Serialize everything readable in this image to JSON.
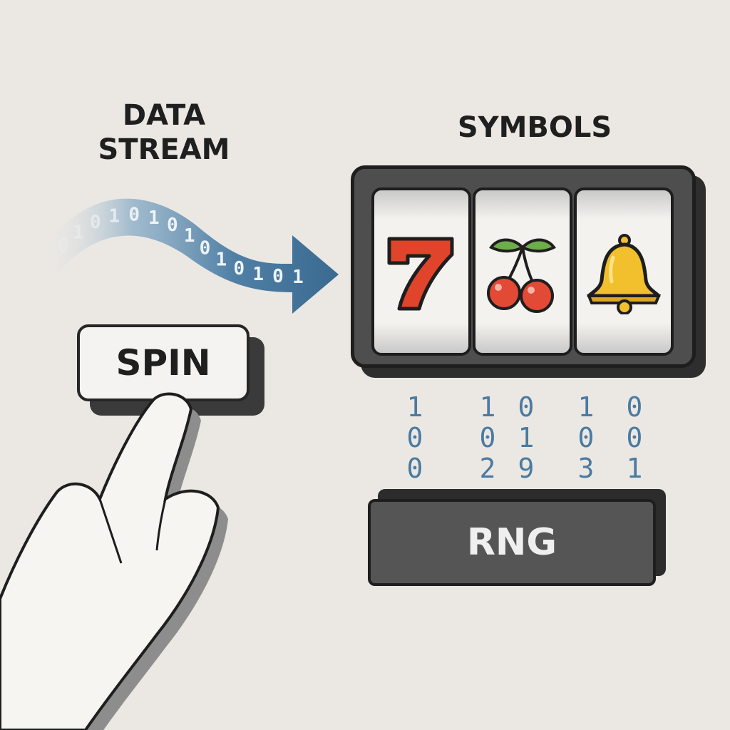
{
  "labels": {
    "data_stream_line1": "DATA",
    "data_stream_line2": "STREAM",
    "symbols": "SYMBOLS",
    "spin_button": "SPIN",
    "rng": "RNG"
  },
  "data_stream_bits": [
    "0",
    "1",
    "0",
    "1",
    "0",
    "1",
    "0",
    "1",
    "0",
    "1",
    "0",
    "1",
    "0",
    "1"
  ],
  "reels": [
    {
      "symbol": "7",
      "icon": "seven-icon"
    },
    {
      "symbol": "cherries",
      "icon": "cherry-icon"
    },
    {
      "symbol": "bell",
      "icon": "bell-icon"
    }
  ],
  "random_digit_columns": [
    [
      "1",
      "0",
      "0"
    ],
    [
      "1",
      "0",
      "2"
    ],
    [
      "0",
      "1",
      "9"
    ],
    [
      "1",
      "0",
      "3"
    ],
    [
      "0",
      "0",
      "1"
    ]
  ],
  "colors": {
    "background": "#ebe8e4",
    "arrow_blue": "#3f6f96",
    "digit_blue": "#4c7aa0",
    "seven_red": "#e0442b",
    "cherry_red": "#e24a35",
    "bell_yellow": "#f2c02c",
    "frame_dark": "#4e4e4e"
  }
}
